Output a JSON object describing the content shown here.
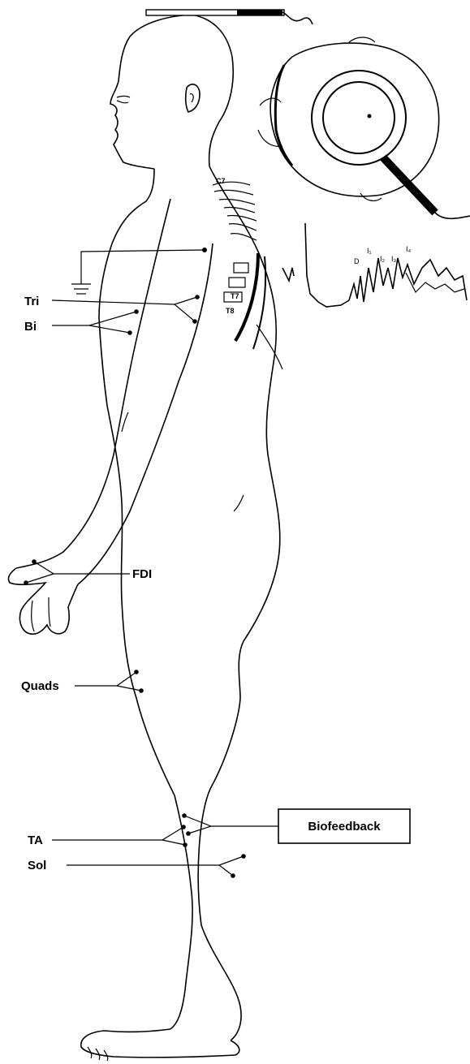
{
  "diagram": {
    "vertebrae": [
      "C7",
      "T7",
      "T8"
    ],
    "muscles": {
      "tri": "Tri",
      "bi": "Bi",
      "fdi": "FDI",
      "quads": "Quads",
      "ta": "TA",
      "sol": "Sol"
    },
    "biofeedback_box": "Biofeedback",
    "waveform_labels": [
      "D",
      "I₁",
      "I₂",
      "I₃",
      "I₄"
    ]
  }
}
